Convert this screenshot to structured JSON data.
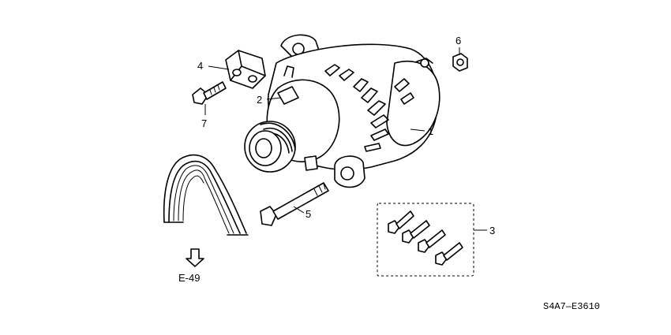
{
  "diagram": {
    "callouts": {
      "c1": "1",
      "c2": "2",
      "c3": "3",
      "c4": "4",
      "c5": "5",
      "c6": "6",
      "c7": "7"
    },
    "ref": "E-49",
    "code": "S4A7—E3610"
  }
}
